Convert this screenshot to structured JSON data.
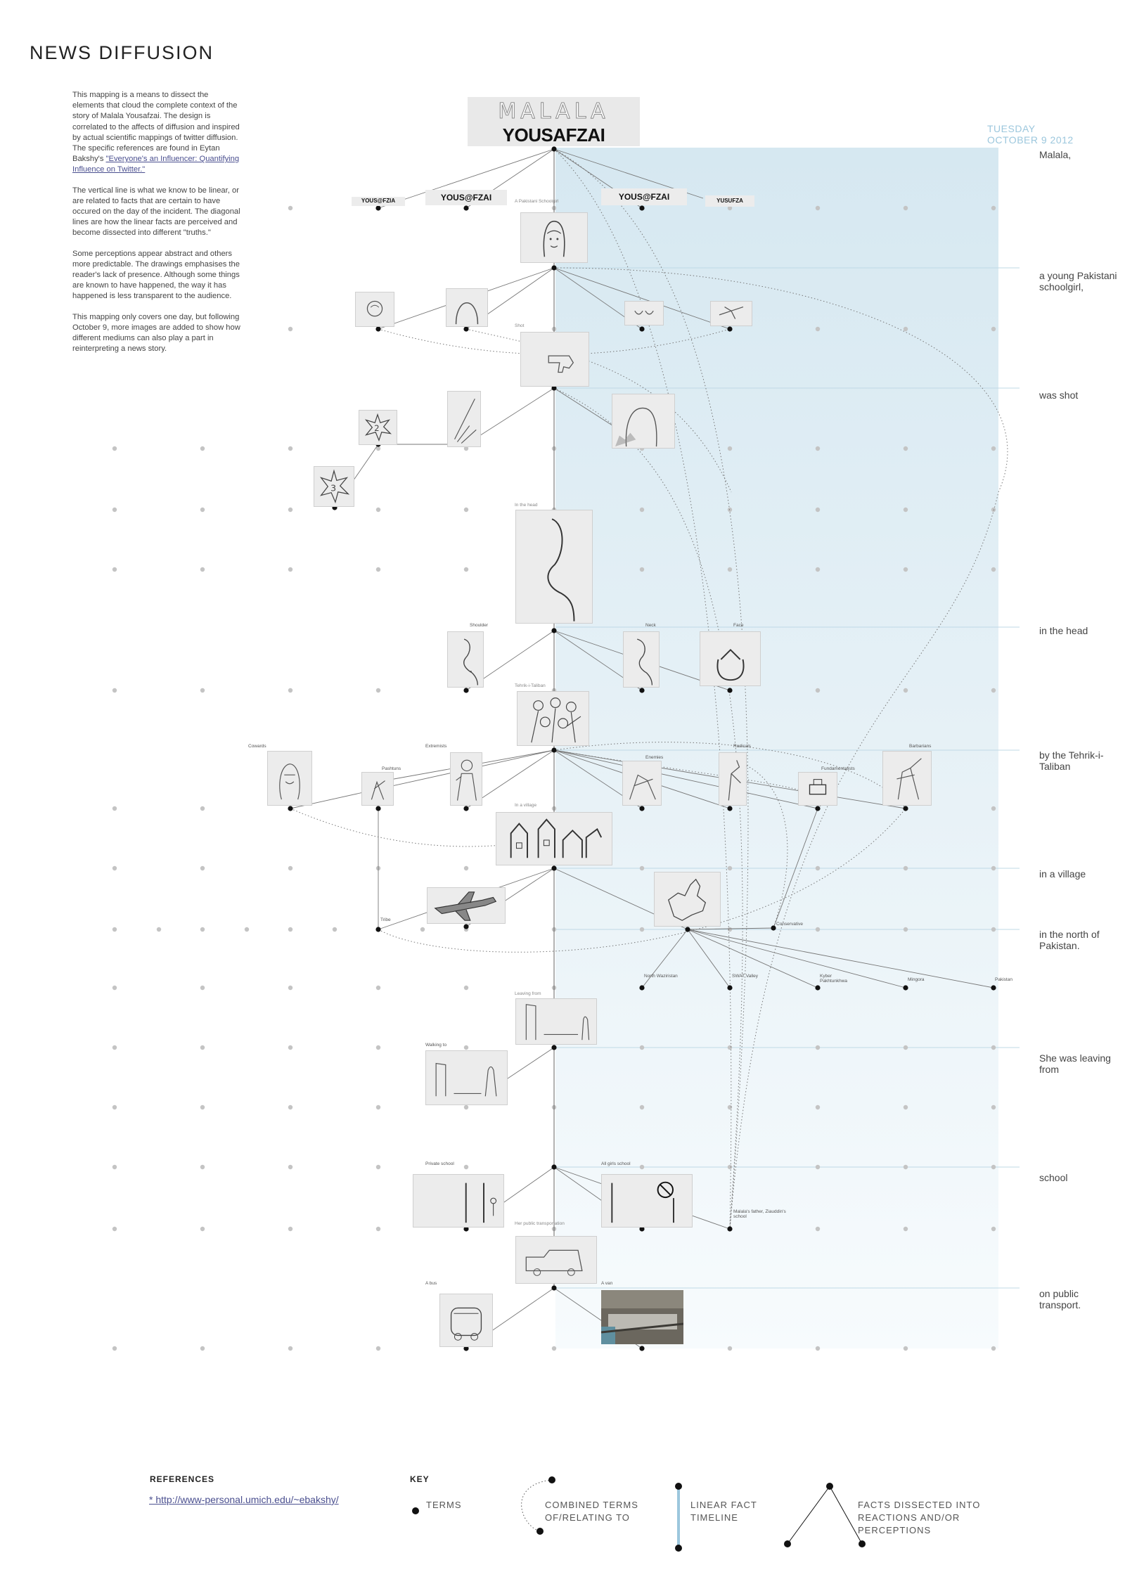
{
  "title": "NEWS DIFFUSION",
  "intro": {
    "p1_text": "This mapping is a means to dissect the elements that cloud the complete context of the story of Malala Yousafzai. The design is correlated to the affects of diffusion and inspired by actual scientific mappings of twitter diffusion. The specific references are found in Eytan Bakshy's ",
    "p1_ref": "\"Everyone's an Influencer: Quantifying Influence on Twitter.\"",
    "p2": "The vertical line is what we know to be linear, or are related to facts that are certain to have occured on the day of the incident. The diagonal lines are how the linear facts are perceived and become dissected into different \"truths.\"",
    "p3": "Some perceptions appear abstract and others more predictable. The drawings emphasises the reader's lack of presence. Although some things are known to have happened, the way it has happened is less transparent to the audience.",
    "p4": "This mapping only covers one day, but following October 9, more images are added to show how different mediums can also play a part in reinterpreting a news story."
  },
  "header": {
    "handwritten": "MALALA",
    "printed": "YOUSAFZAI"
  },
  "date": {
    "day": "TUESDAY",
    "full": "OCTOBER 9 2012"
  },
  "facts": [
    "Malala,",
    "a young Pakistani schoolgirl,",
    "was shot",
    "in the head",
    "by the Tehrik-i-Taliban",
    "in a village",
    "in the north of Pakistan.",
    "She was leaving from",
    "school",
    "on public transport."
  ],
  "name_variants": [
    "YOUS@FZIA",
    "YOUS@FZAI",
    "YOUS@FZAI",
    "YUSUFZA"
  ],
  "labels": {
    "schoolgirl": "A Pakistani Schoolgirl",
    "shot": "Shot",
    "in_the_head": "In the head",
    "shoulder": "Shoulder",
    "neck": "Neck",
    "face": "Face",
    "taliban": "Tehrik-i-Taliban",
    "cowards": "Cowards",
    "extremists": "Extremists",
    "pashtuns": "Pashtuns",
    "enemies": "Enemies",
    "radicals": "Radicals",
    "fundamentalists": "Fundamentalists",
    "barbarians": "Barbarians",
    "in_a_village": "In a village",
    "tribe": "Tribe",
    "conservative": "Conservative",
    "north_waziristan": "North Waziristan",
    "swat_valley": "SWAT Valley",
    "kyber_pakhtunkhwa": "Kyber Pakhtunkhwa",
    "mingora": "Mingora",
    "pakistan": "Pakistan",
    "leaving_from": "Leaving from",
    "walking_to": "Walking to",
    "private_school": "Private school",
    "all_girls_school": "All girls school",
    "fathers_school": "Malala's father, Ziauddin's school",
    "public_transport": "Her public transportation",
    "a_bus": "A bus",
    "a_van": "A van"
  },
  "footer": {
    "references_heading": "REFERENCES",
    "reference_link": "* http://www-personal.umich.edu/~ebakshy/",
    "key_heading": "KEY",
    "key_terms": "TERMS",
    "key_combined": "COMBINED TERMS OF/RELATING TO",
    "key_linear": "LINEAR FACT TIMELINE",
    "key_dissected": "FACTS DISSECTED INTO REACTIONS AND/OR PERCEPTIONS"
  },
  "colors": {
    "timeline_band": "#dcebf3",
    "date": "#9cc7dd",
    "link": "#4a4f8f",
    "grid_dot": "#c4c4c4",
    "node": "#111111"
  }
}
